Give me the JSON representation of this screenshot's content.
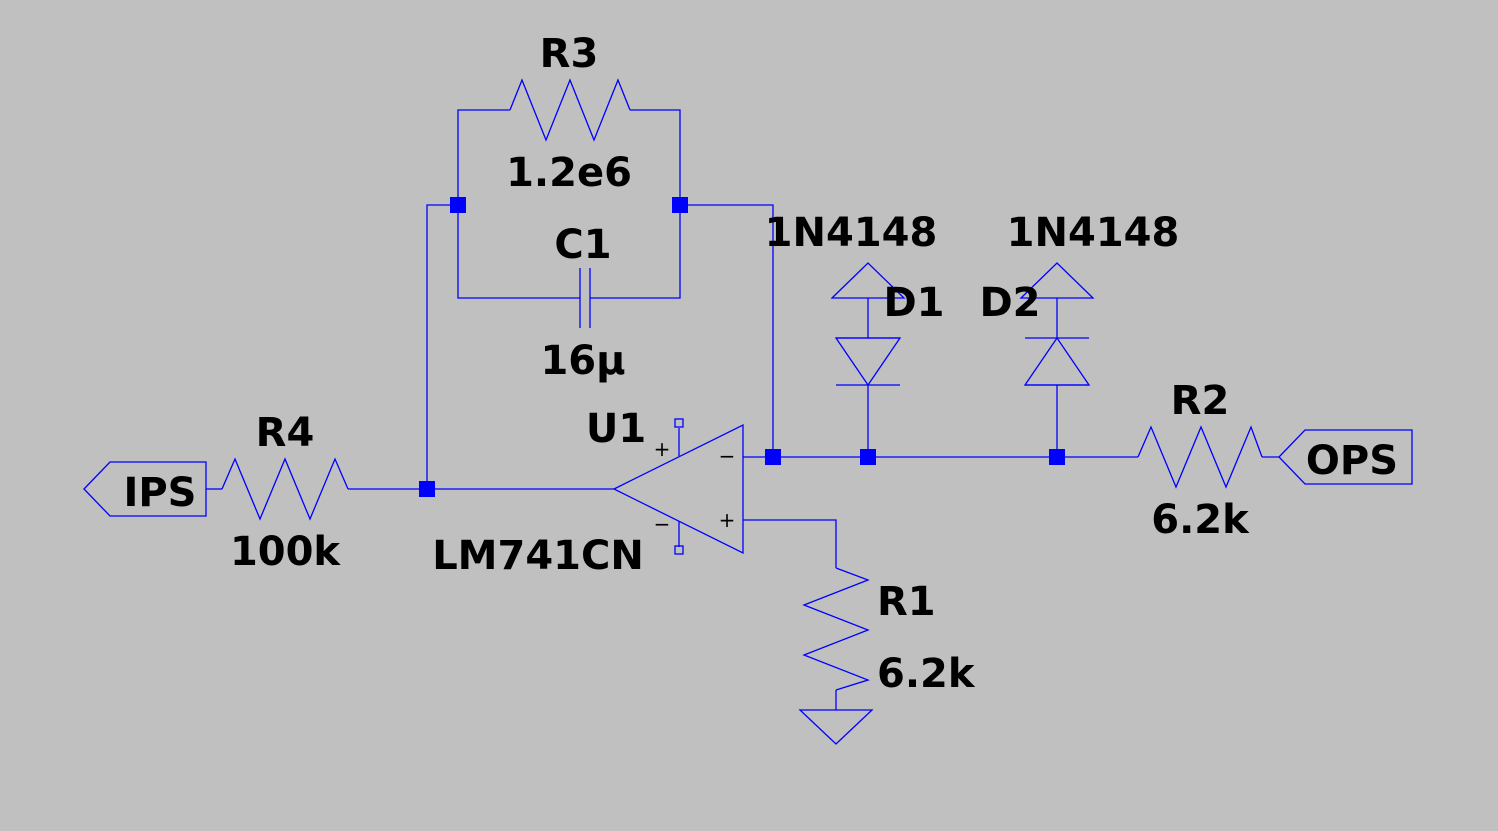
{
  "schematic": {
    "wire_color": "#0000ff",
    "background": "#c0c0c0",
    "components": {
      "r3": {
        "ref": "R3",
        "value": "1.2e6"
      },
      "c1": {
        "ref": "C1",
        "value": "16µ"
      },
      "r4": {
        "ref": "R4",
        "value": "100k"
      },
      "r1": {
        "ref": "R1",
        "value": "6.2k"
      },
      "r2": {
        "ref": "R2",
        "value": "6.2k"
      },
      "d1": {
        "ref": "D1",
        "value": "1N4148"
      },
      "d2": {
        "ref": "D2",
        "value": "1N4148"
      },
      "u1": {
        "ref": "U1",
        "value": "LM741CN"
      }
    },
    "net_labels": {
      "input": "IPS",
      "output": "OPS"
    },
    "opamp_pins": {
      "plus": "+",
      "minus": "−"
    }
  }
}
